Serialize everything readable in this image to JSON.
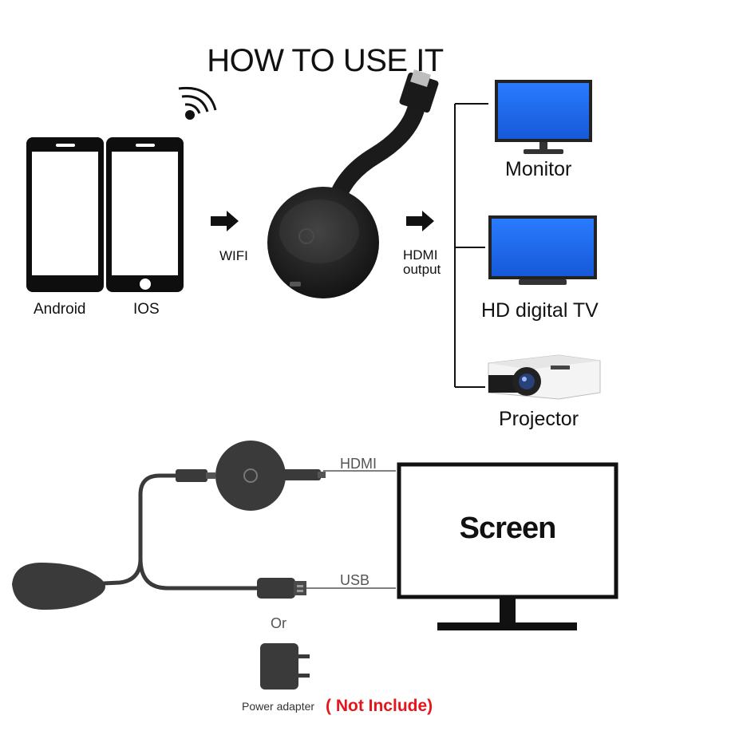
{
  "title": "HOW TO USE IT",
  "phones": [
    {
      "label": "Android",
      "icon": "android-phone-icon"
    },
    {
      "label": "IOS",
      "icon": "ios-phone-icon"
    }
  ],
  "connection": {
    "wifi_label": "WIFI",
    "hdmi_output_line1": "HDMI",
    "hdmi_output_line2": "output"
  },
  "outputs": [
    {
      "label": "Monitor",
      "icon": "monitor-icon"
    },
    {
      "label": "HD digital TV",
      "icon": "tv-icon"
    },
    {
      "label": "Projector",
      "icon": "projector-icon"
    }
  ],
  "setup": {
    "hdmi_label": "HDMI",
    "usb_label": "USB",
    "screen_label": "Screen",
    "or_label": "Or",
    "power_adapter_label": "Power adapter",
    "not_include_label": "( Not Include)"
  },
  "colors": {
    "screen_blue": "#1f6df0",
    "device_black": "#1e1e1e",
    "accent_red": "#e4161c",
    "line_gray": "#555555"
  }
}
